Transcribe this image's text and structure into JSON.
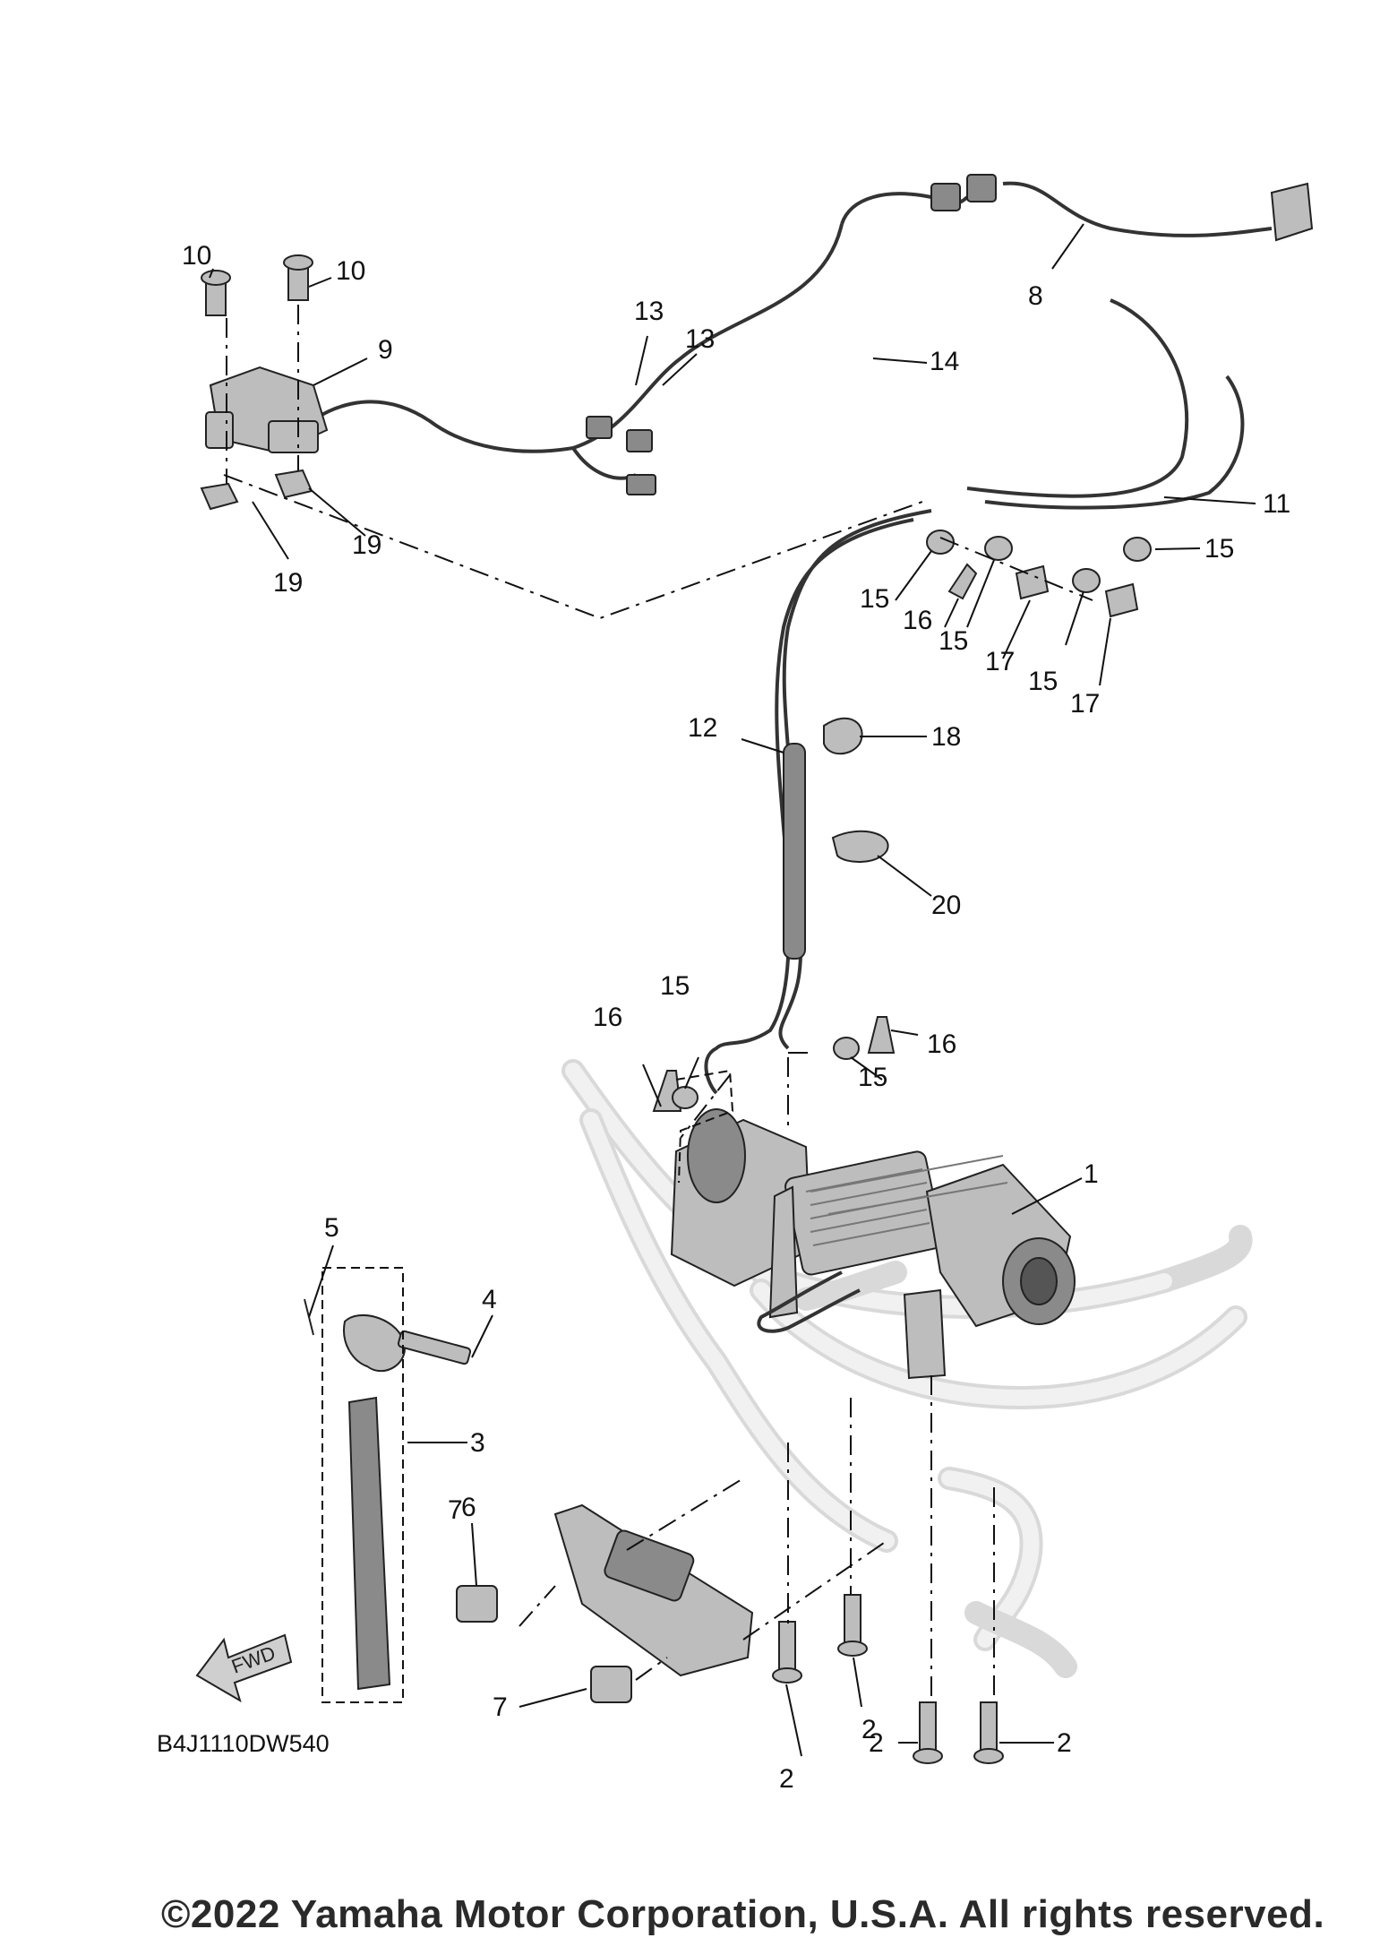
{
  "diagram": {
    "code": "B4J1110DW540",
    "fwd_label": "FWD",
    "callouts": {
      "c1": "1",
      "c2a": "2",
      "c2b": "2",
      "c2c": "2",
      "c2d": "2",
      "c3": "3",
      "c4": "4",
      "c5": "5",
      "c6": "6",
      "c7a": "7",
      "c7b": "7",
      "c8": "8",
      "c9": "9",
      "c10a": "10",
      "c10b": "10",
      "c11": "11",
      "c12": "12",
      "c13a": "13",
      "c13b": "13",
      "c14": "14",
      "c15a": "15",
      "c15b": "15",
      "c15c": "15",
      "c15d": "15",
      "c15e": "15",
      "c15f": "15",
      "c16a": "16",
      "c16b": "16",
      "c16c": "16",
      "c17a": "17",
      "c17b": "17",
      "c18": "18",
      "c19a": "19",
      "c19b": "19",
      "c20": "20"
    }
  },
  "footer": {
    "copyright": "©2022 Yamaha Motor Corporation, U.S.A. All rights reserved."
  }
}
